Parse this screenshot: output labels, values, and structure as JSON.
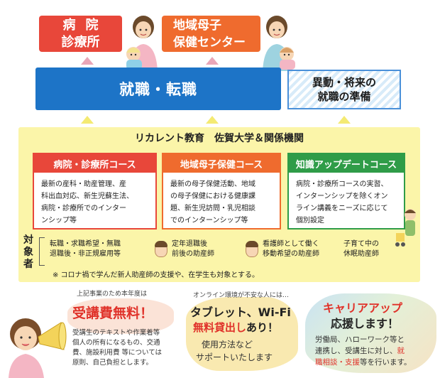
{
  "top": {
    "hospital": {
      "line1": "病院",
      "line2": "診療所"
    },
    "center": {
      "line1": "地域母子",
      "line2": "保健センター"
    }
  },
  "job": {
    "label": "就職・転職"
  },
  "transfer": {
    "line1": "異動・将来の",
    "line2": "就職の準備"
  },
  "panel": {
    "title": "リカレント教育　佐賀大学＆関係機関"
  },
  "courses": [
    {
      "title": "病院・診療所コース",
      "lines": [
        "最新の産科・助産管理、産",
        "科出血対応、新生児蘇生法、",
        "病院・診療所でのインター",
        "ンシップ等"
      ]
    },
    {
      "title": "地域母子保健コース",
      "lines": [
        "最新の母子保健活動、地域",
        "の母子保健における健康課",
        "題、新生児訪問・乳児相談",
        "でのインターンシップ等"
      ]
    },
    {
      "title": "知識アップデートコース",
      "lines": [
        "病院・診療所コースの実習、",
        "インターンシップを除くオン",
        "ライン講義をニーズに応じて",
        "個別設定"
      ]
    }
  ],
  "targets": {
    "label": "対象者",
    "items": [
      {
        "line1": "転職・求職希望・無職",
        "line2": "退職後・非正規雇用等"
      },
      {
        "line1": "定年退職後",
        "line2": "前後の助産師"
      },
      {
        "line1": "看護師として働く",
        "line2": "移動希望の助産師"
      },
      {
        "line1": "子育て中の",
        "line2": "休眠助産師"
      }
    ],
    "note": "※ コロナ禍で学んだ新人助産師の支援や、在学生も対象とする。"
  },
  "bottom": {
    "left": {
      "caption": "上記事業のため本年度は",
      "headline": "受講費無料！",
      "lines": [
        "受講生のテキストや作業着等",
        "個人の所有になるもの、交通",
        "費、施設利用費 等については",
        "原則、自己負担とします。"
      ]
    },
    "mid": {
      "caption": "オンライン環境が不安な人には…",
      "headline1": "タブレット、Wi-Fi",
      "headline2_red": "無料貸出し",
      "headline2_rest": "あり！",
      "line3": "使用方法など",
      "line4": "サポートいたします"
    },
    "right": {
      "headline1": "キャリアアップ",
      "headline2": "応援します！",
      "line1": "労働局、ハローワーク等と",
      "line2_pre": "連携し、受講生に対し、",
      "line2_red": "就",
      "line3_red": "職相談・支援",
      "line3_rest": "等を行います。"
    }
  },
  "colors": {
    "hospital": "#e8473a",
    "center": "#ef6b2e",
    "job": "#1d74c7",
    "knowledge": "#2f9c48",
    "panel": "#fbf5a9",
    "accent_red": "#e0322a"
  }
}
